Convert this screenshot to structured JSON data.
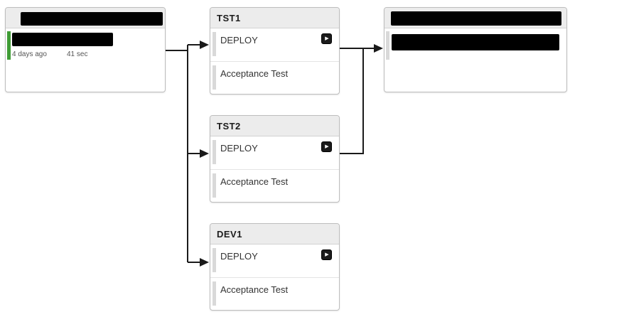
{
  "source_card": {
    "meta": {
      "age": "4 days ago",
      "duration": "41 sec"
    }
  },
  "environments": [
    {
      "name": "TST1",
      "stages": [
        {
          "label": "DEPLOY"
        },
        {
          "label": "Acceptance Test"
        }
      ]
    },
    {
      "name": "TST2",
      "stages": [
        {
          "label": "DEPLOY"
        },
        {
          "label": "Acceptance Test"
        }
      ]
    },
    {
      "name": "DEV1",
      "stages": [
        {
          "label": "DEPLOY"
        },
        {
          "label": "Acceptance Test"
        }
      ]
    }
  ],
  "icons": {
    "play": "▶"
  },
  "colors": {
    "success_green": "#3f9c35",
    "redaction": "#000000",
    "arrow": "#1a1a1a"
  }
}
